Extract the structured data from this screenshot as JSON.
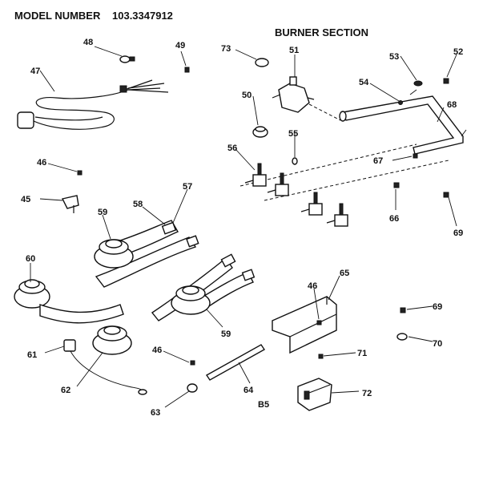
{
  "header": {
    "model_label": "MODEL NUMBER",
    "model_number": "103.3347912",
    "section_title": "BURNER SECTION"
  },
  "figure_code": "B5",
  "callouts": [
    "48",
    "49",
    "47",
    "73",
    "51",
    "53",
    "52",
    "54",
    "68",
    "50",
    "55",
    "46",
    "56",
    "67",
    "45",
    "57",
    "59",
    "58",
    "66",
    "69",
    "60",
    "65",
    "46",
    "69",
    "70",
    "59",
    "61",
    "46",
    "71",
    "62",
    "64",
    "63",
    "72"
  ]
}
